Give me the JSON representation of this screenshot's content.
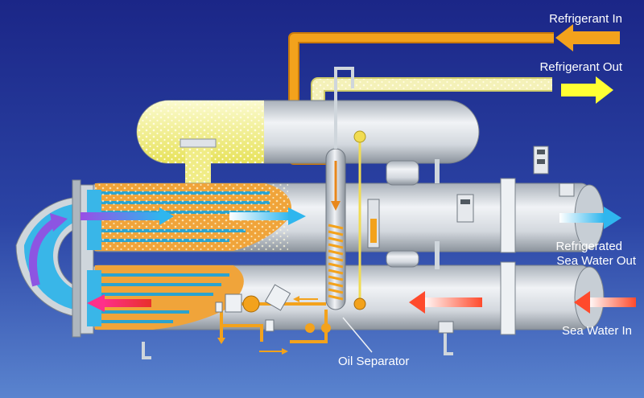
{
  "labels": {
    "refrigerant_in": "Refrigerant In",
    "refrigerant_out": "Refrigerant Out",
    "refrigerated_sea_water_out_line1": "Refrigerated",
    "refrigerated_sea_water_out_line2": "Sea Water Out",
    "sea_water_in": "Sea Water In",
    "oil_separator": "Oil Separator"
  },
  "colors": {
    "background_top": "#1e2a8c",
    "background_bottom": "#4d74c4",
    "vessel_gray": "#d7dde4",
    "vessel_shadow": "#9aa3ad",
    "refrigerant_liquid": "#f3a21c",
    "refrigerant_gas": "#f3f19a",
    "water_blue": "#39b6e8",
    "warm_arrow": "#e8302a",
    "cold_arrow": "#3bbcf0",
    "arrow_yellow": "#ffff33",
    "label_text": "#ffffff"
  },
  "icons": {
    "refrigerant_in_arrow": "arrow-left-icon",
    "refrigerant_out_arrow": "arrow-right-icon",
    "sea_water_in_arrow": "arrow-left-icon",
    "sea_water_out_arrow": "arrow-right-icon"
  }
}
